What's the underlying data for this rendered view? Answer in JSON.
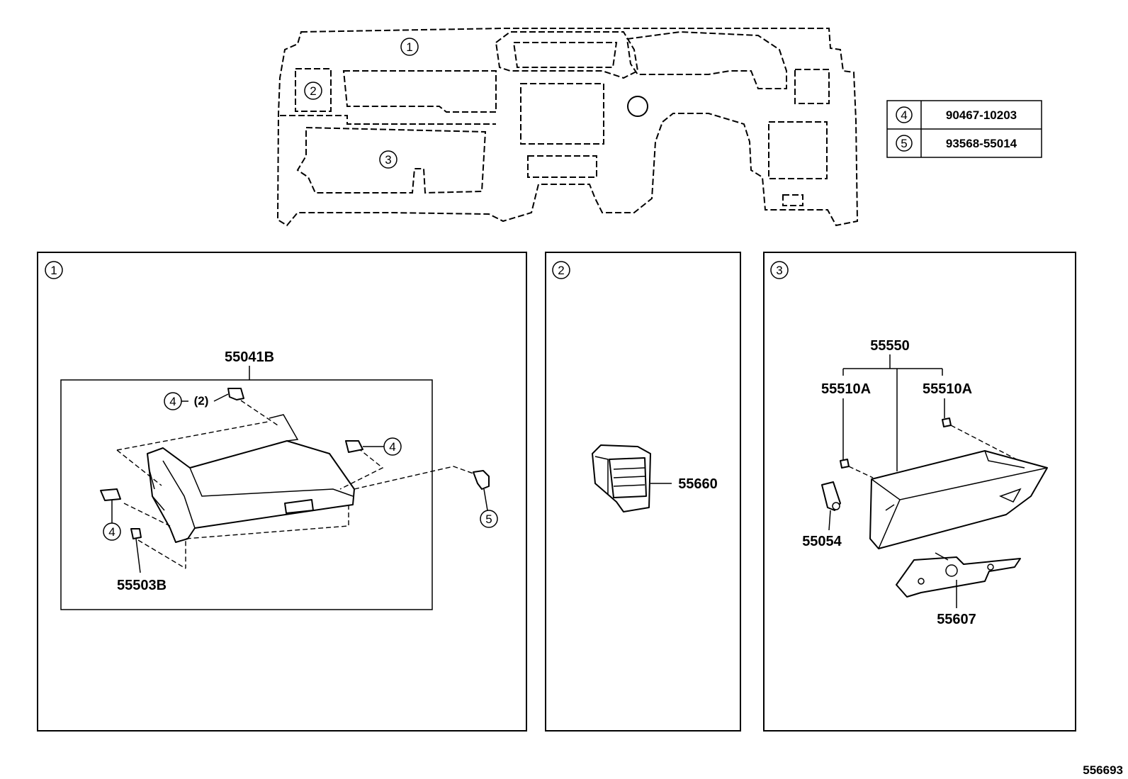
{
  "overview": {
    "areas": [
      {
        "index": "1",
        "label": "①"
      },
      {
        "index": "2",
        "label": "②"
      },
      {
        "index": "3",
        "label": "③"
      }
    ]
  },
  "legend_table": {
    "rows": [
      {
        "ref": "④",
        "part_number": "90467-10203"
      },
      {
        "ref": "⑤",
        "part_number": "93568-55014"
      }
    ]
  },
  "panels": [
    {
      "ref": "①",
      "parts": {
        "box_assy": "55041B",
        "clip_note": "(2)",
        "ref4": "④",
        "ref5": "⑤",
        "bottom_part": "55503B"
      }
    },
    {
      "ref": "②",
      "parts": {
        "vent": "55660"
      }
    },
    {
      "ref": "③",
      "parts": {
        "box_assy": "55550",
        "cushion_left": "55510A",
        "cushion_right": "55510A",
        "damper": "55054",
        "bracket": "55607"
      }
    }
  ],
  "illustration_number": "556693"
}
